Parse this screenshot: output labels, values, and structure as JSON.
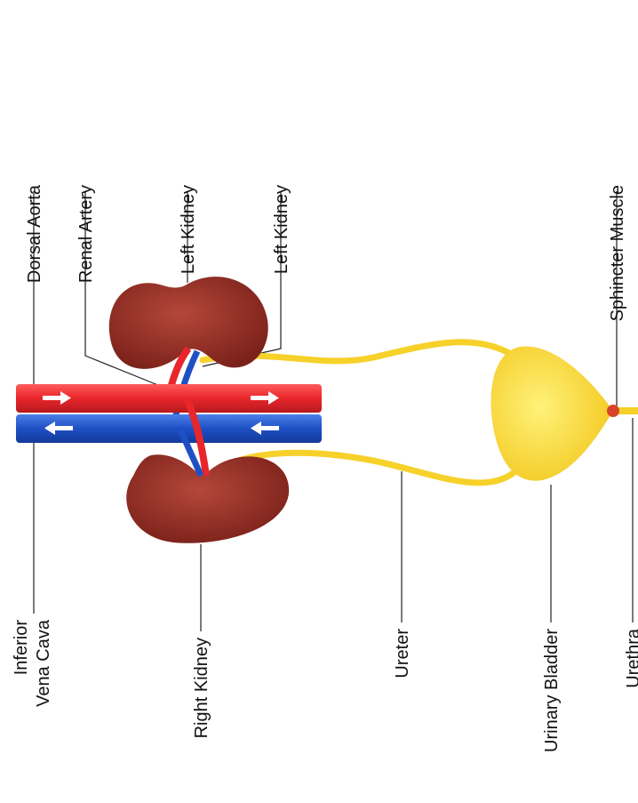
{
  "labels": {
    "dorsal_aorta": "Dorsal Aorta",
    "renal_artery": "Renal Artery",
    "left_kidney_1": "Left Kidney",
    "left_kidney_2": "Left Kidney",
    "sphincter_muscle": "Sphincter Muscle",
    "inferior_vena_cava_line1": "Inferior",
    "inferior_vena_cava_line2": "Vena Cava",
    "right_kidney": "Right Kidney",
    "ureter": "Ureter",
    "urinary_bladder": "Urinary Bladder",
    "urethra": "Urethra"
  },
  "colors": {
    "artery": "#e8262b",
    "vein": "#1f4fc4",
    "kidney": "#8f2a22",
    "ureter": "#f6d12a",
    "bladder": "#fbe23c",
    "sphincter": "#d6452a",
    "arrow": "#ffffff"
  }
}
